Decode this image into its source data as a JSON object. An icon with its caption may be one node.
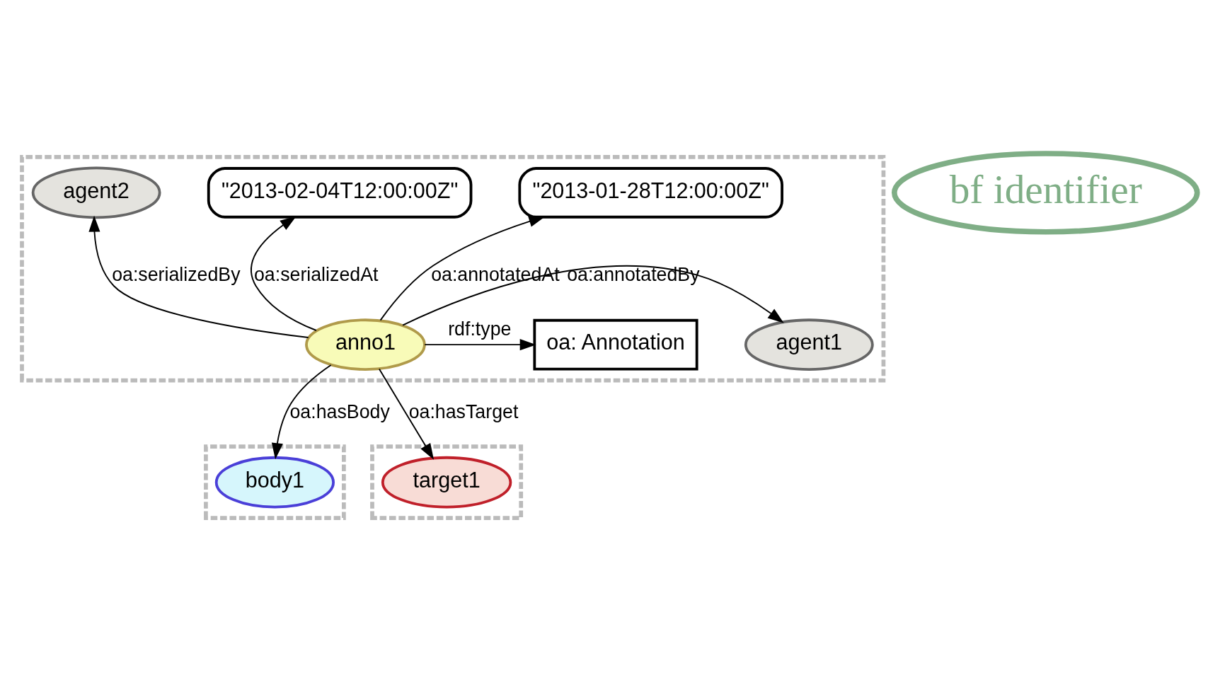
{
  "diagram": {
    "nodes": [
      {
        "text": [],
        "shape": "box"
      },
      {
        "text": [
          "\"2013-01-28T12:00:00Z\""
        ],
        "in": 0
      },
      {
        "text": [
          "\"2013-02-04T12:00:00Z\""
        ],
        "in": 0
      },
      {
        "text": [
          "agent2"
        ],
        "in": 0
      },
      {
        "text": [
          "agent1"
        ],
        "in": 0
      },
      {
        "text": [
          "anno1"
        ],
        "in": 0
      },
      {
        "text": [
          "oa: Annotation"
        ],
        "in": 0
      },
      {
        "text": [],
        "shape": "box"
      },
      {
        "text": [
          "body1"
        ],
        "in": 7
      },
      {
        "text": [],
        "shape": "box"
      },
      {
        "text": [
          "target1"
        ],
        "in": 9
      },
      {
        "text": [
          "bf identifier"
        ]
      }
    ],
    "edges": [
      {
        "from": 5,
        "to": 1,
        "arrow": "to",
        "label": "oa:annotatedAt"
      },
      {
        "from": 5,
        "to": 2,
        "arrow": "to",
        "label": "oa:serializedAt"
      },
      {
        "from": 5,
        "to": 3,
        "arrow": "to",
        "label": "oa:serializedBy"
      },
      {
        "from": 5,
        "to": 4,
        "arrow": "to",
        "label": "oa:annotatedBy"
      },
      {
        "from": 5,
        "to": 6,
        "arrow": "to",
        "label": "rdf:type"
      },
      {
        "from": 5,
        "to": 8,
        "arrow": "to",
        "label": "oa:hasBody"
      },
      {
        "from": 5,
        "to": 10,
        "arrow": "to",
        "label": "oa:hasTarget"
      }
    ]
  }
}
